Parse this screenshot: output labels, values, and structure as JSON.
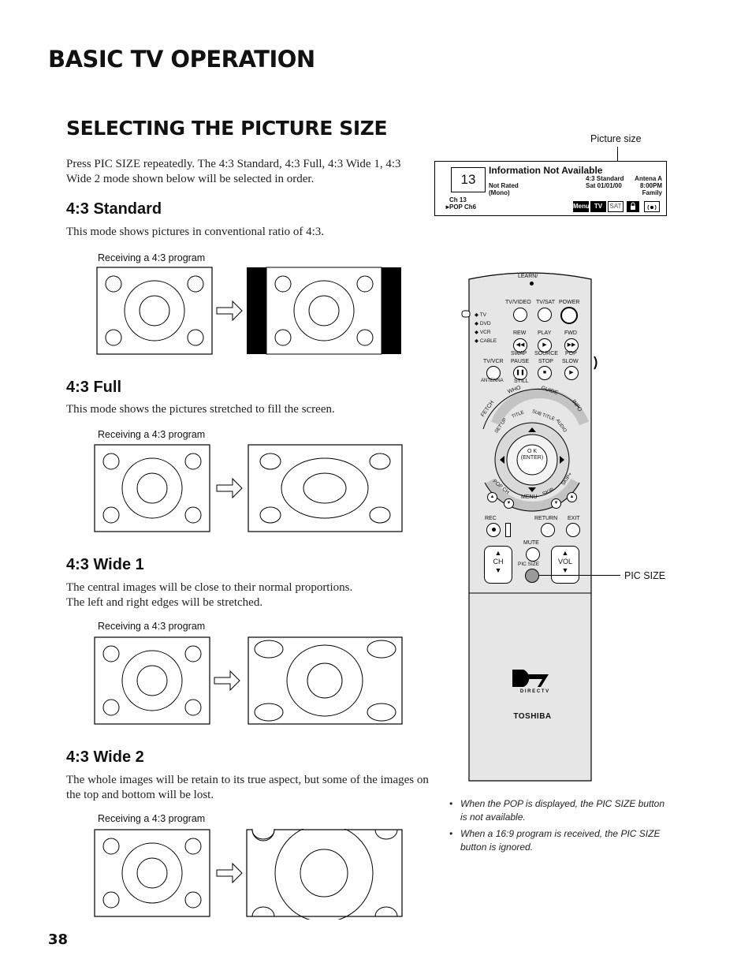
{
  "header": {
    "title": "BASIC TV OPERATION"
  },
  "section": {
    "title": "SELECTING THE PICTURE SIZE",
    "intro_line1": "Press PIC SIZE repeatedly. The 4:3 Standard, 4:3 Full, 4:3 Wide 1, 4:3",
    "intro_line2": "Wide 2 mode shown below will be selected in order."
  },
  "modes": [
    {
      "title": "4:3 Standard",
      "desc_line1": "This mode shows pictures in conventional ratio of 4:3.",
      "desc_line2": "",
      "caption": "Receiving a 4:3 program"
    },
    {
      "title": "4:3 Full",
      "desc_line1": "This mode shows the pictures stretched to fill the screen.",
      "desc_line2": "",
      "caption": "Receiving a 4:3 program"
    },
    {
      "title": "4:3 Wide 1",
      "desc_line1": "The central images will be close to their normal proportions.",
      "desc_line2": "The left and right edges will be stretched.",
      "caption": "Receiving a 4:3 program"
    },
    {
      "title": "4:3 Wide 2",
      "desc_line1": "The whole images will be retain to its true aspect, but some of the images on",
      "desc_line2": "the top and bottom will be lost.",
      "caption": "Receiving a 4:3 program"
    }
  ],
  "info_banner": {
    "callout": "Picture size",
    "channel_number": "13",
    "headline": "Information Not Available",
    "rating": "Not Rated",
    "audio": "(Mono)",
    "picture_size": "4:3 Standard",
    "date": "Sat 01/01/00",
    "antenna": "Antena A",
    "time": "8:00PM",
    "category": "Family",
    "channel": "Ch 13",
    "pop_channel": "POP Ch6",
    "menu_label": "Menu",
    "tv_label": "TV",
    "sat_label": "SAT"
  },
  "remote": {
    "learn": "LEARN/",
    "row1": [
      "TV/VIDEO",
      "TV/SAT",
      "POWER"
    ],
    "modes": [
      "TV",
      "DVD",
      "VCR",
      "CABLE"
    ],
    "row2": [
      "REW",
      "PLAY",
      "FWD"
    ],
    "row3": [
      "SWAP",
      "SOURCE",
      "POP"
    ],
    "row4": [
      "TV/VCR",
      "PAUSE",
      "STOP",
      "SLOW"
    ],
    "row5": [
      "ANTENNA",
      "STILL"
    ],
    "arc_outer": [
      "FETCH",
      "WHO",
      "GUIDE",
      "INFO"
    ],
    "arc_inner": [
      "SET UP",
      "TITLE",
      "SUB TITLE",
      "AUDIO"
    ],
    "ok_label": "O K",
    "enter_label": "(ENTER)",
    "lower_arc": [
      "POP CH",
      "MENU",
      "SKIP-",
      "SKIP+"
    ],
    "row6": [
      "REC",
      "RETURN",
      "EXIT"
    ],
    "mute": "MUTE",
    "ch": "CH",
    "vol": "VOL",
    "pic_size": "PIC SIZE",
    "pic_size_callout": "PIC SIZE",
    "brand_directv": "D I R E C T V",
    "brand_toshiba": "TOSHIBA"
  },
  "notes": [
    "When the POP is displayed, the PIC SIZE button is not available.",
    "When a 16:9 program is received, the PIC SIZE button is ignored."
  ],
  "notes_lines": [
    [
      "When the POP is displayed, the PIC SIZE button",
      "is not available."
    ],
    [
      "When a 16:9 program is received, the PIC SIZE",
      "button is ignored."
    ]
  ],
  "page_number": "38"
}
